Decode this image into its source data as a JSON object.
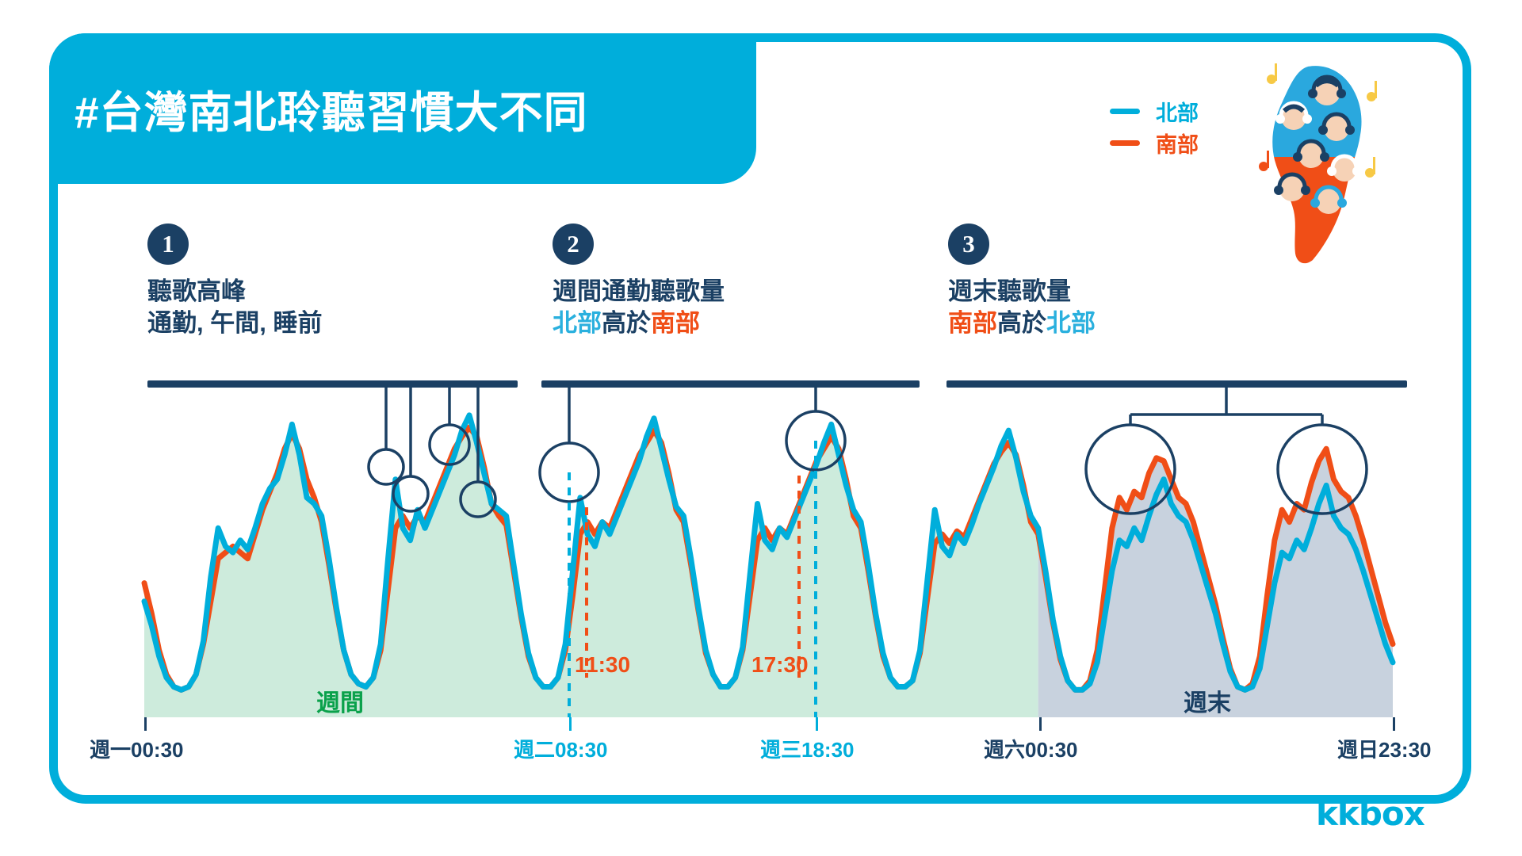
{
  "header": {
    "title": "#台灣南北聆聽習慣大不同"
  },
  "legend": {
    "items": [
      {
        "label": "北部",
        "color": "#00AEDB"
      },
      {
        "label": "南部",
        "color": "#F04E17"
      }
    ]
  },
  "sections": [
    {
      "number": "1",
      "line1": "聽歌高峰",
      "line2_parts": [
        {
          "text": "通勤, 午間, 睡前",
          "color": "navy"
        }
      ]
    },
    {
      "number": "2",
      "line1": "週間通勤聽歌量",
      "line2_parts": [
        {
          "text": "北部",
          "color": "north"
        },
        {
          "text": "高於",
          "color": "navy"
        },
        {
          "text": "南部",
          "color": "south"
        }
      ]
    },
    {
      "number": "3",
      "line1": "週末聽歌量",
      "line2_parts": [
        {
          "text": "南部",
          "color": "south"
        },
        {
          "text": "高於",
          "color": "navy"
        },
        {
          "text": "北部",
          "color": "north"
        }
      ]
    }
  ],
  "axis": {
    "labels": [
      {
        "text": "週一00:30",
        "color": "#1B4064"
      },
      {
        "text": "週二08:30",
        "color": "#00AEDB"
      },
      {
        "text": "週三18:30",
        "color": "#00AEDB"
      },
      {
        "text": "週六00:30",
        "color": "#1B4064"
      },
      {
        "text": "週日23:30",
        "color": "#1B4064"
      }
    ]
  },
  "bands": [
    {
      "label": "週間",
      "color": "#0AA14B"
    },
    {
      "label": "週末",
      "color": "#1B4064"
    }
  ],
  "annotations": [
    {
      "text": "11:30",
      "color": "#F04E17"
    },
    {
      "text": "17:30",
      "color": "#F04E17"
    }
  ],
  "brand": {
    "name": "kkbox",
    "color": "#00AEDB"
  },
  "colors": {
    "north": "#00AEDB",
    "south": "#F04E17",
    "navy": "#1B4064",
    "weekday_fill": "#CDEBDC",
    "weekend_fill": "#C8D2DE",
    "frame": "#00AEDB"
  },
  "chart_data": {
    "type": "area",
    "title": "#台灣南北聆聽習慣大不同",
    "xlabel": "",
    "ylabel": "",
    "grid": false,
    "legend_position": "top-right",
    "x_tick_labels": [
      "週一00:30",
      "週二08:30",
      "週三18:30",
      "週六00:30",
      "週日23:30"
    ],
    "x_tick_positions": [
      0,
      32.5,
      66.5,
      120,
      167
    ],
    "annotations": [
      {
        "label": "11:30",
        "x": 35.5,
        "color": "#F04E17"
      },
      {
        "label": "17:30",
        "x": 65.5,
        "color": "#F04E17"
      }
    ],
    "bands": [
      {
        "label": "週間",
        "from": 0,
        "to": 120,
        "fill": "#CDEBDC"
      },
      {
        "label": "週末",
        "from": 120,
        "to": 168,
        "fill": "#C8D2DE"
      }
    ],
    "series": [
      {
        "name": "北部",
        "color": "#00AEDB",
        "values": [
          38,
          30,
          20,
          13,
          10,
          9,
          10,
          14,
          25,
          46,
          62,
          56,
          54,
          58,
          55,
          62,
          70,
          75,
          78,
          86,
          96,
          86,
          72,
          70,
          66,
          52,
          36,
          22,
          14,
          11,
          10,
          13,
          24,
          52,
          78,
          62,
          58,
          68,
          62,
          68,
          74,
          80,
          86,
          94,
          99,
          90,
          80,
          70,
          68,
          66,
          50,
          34,
          21,
          13,
          10,
          10,
          13,
          24,
          48,
          72,
          60,
          56,
          64,
          60,
          66,
          72,
          78,
          84,
          92,
          98,
          88,
          78,
          69,
          66,
          52,
          36,
          22,
          14,
          10,
          10,
          13,
          23,
          47,
          70,
          58,
          55,
          62,
          59,
          65,
          71,
          77,
          83,
          90,
          96,
          86,
          76,
          68,
          64,
          50,
          34,
          21,
          13,
          10,
          10,
          12,
          22,
          45,
          68,
          56,
          53,
          60,
          57,
          63,
          70,
          76,
          82,
          89,
          94,
          85,
          74,
          66,
          62,
          48,
          32,
          20,
          12,
          9,
          9,
          11,
          18,
          33,
          48,
          58,
          56,
          62,
          58,
          66,
          73,
          78,
          70,
          66,
          64,
          58,
          50,
          42,
          34,
          24,
          15,
          10,
          9,
          10,
          16,
          30,
          44,
          54,
          52,
          58,
          55,
          62,
          70,
          76,
          66,
          62,
          60,
          55,
          48,
          40,
          32,
          24,
          18
        ]
      },
      {
        "name": "南部",
        "color": "#F04E17",
        "values": [
          44,
          34,
          22,
          14,
          10,
          9,
          10,
          14,
          24,
          38,
          52,
          54,
          56,
          54,
          52,
          60,
          68,
          74,
          80,
          88,
          93,
          88,
          78,
          72,
          64,
          50,
          35,
          22,
          14,
          11,
          10,
          13,
          22,
          42,
          62,
          66,
          62,
          66,
          64,
          70,
          76,
          82,
          88,
          92,
          95,
          92,
          82,
          70,
          66,
          63,
          48,
          33,
          20,
          13,
          10,
          10,
          13,
          22,
          40,
          60,
          64,
          60,
          64,
          62,
          68,
          74,
          80,
          86,
          90,
          94,
          90,
          80,
          68,
          64,
          50,
          35,
          21,
          14,
          10,
          10,
          13,
          22,
          40,
          58,
          62,
          58,
          62,
          60,
          66,
          72,
          78,
          84,
          88,
          92,
          88,
          78,
          66,
          62,
          48,
          33,
          20,
          13,
          10,
          10,
          12,
          21,
          39,
          57,
          60,
          57,
          61,
          59,
          65,
          71,
          77,
          83,
          87,
          90,
          86,
          76,
          64,
          60,
          46,
          31,
          19,
          12,
          9,
          9,
          12,
          22,
          42,
          62,
          72,
          68,
          74,
          72,
          80,
          85,
          84,
          78,
          72,
          70,
          64,
          55,
          46,
          37,
          26,
          16,
          10,
          9,
          11,
          20,
          40,
          58,
          68,
          64,
          70,
          68,
          77,
          84,
          88,
          78,
          74,
          72,
          66,
          58,
          49,
          40,
          31,
          24
        ]
      }
    ]
  }
}
